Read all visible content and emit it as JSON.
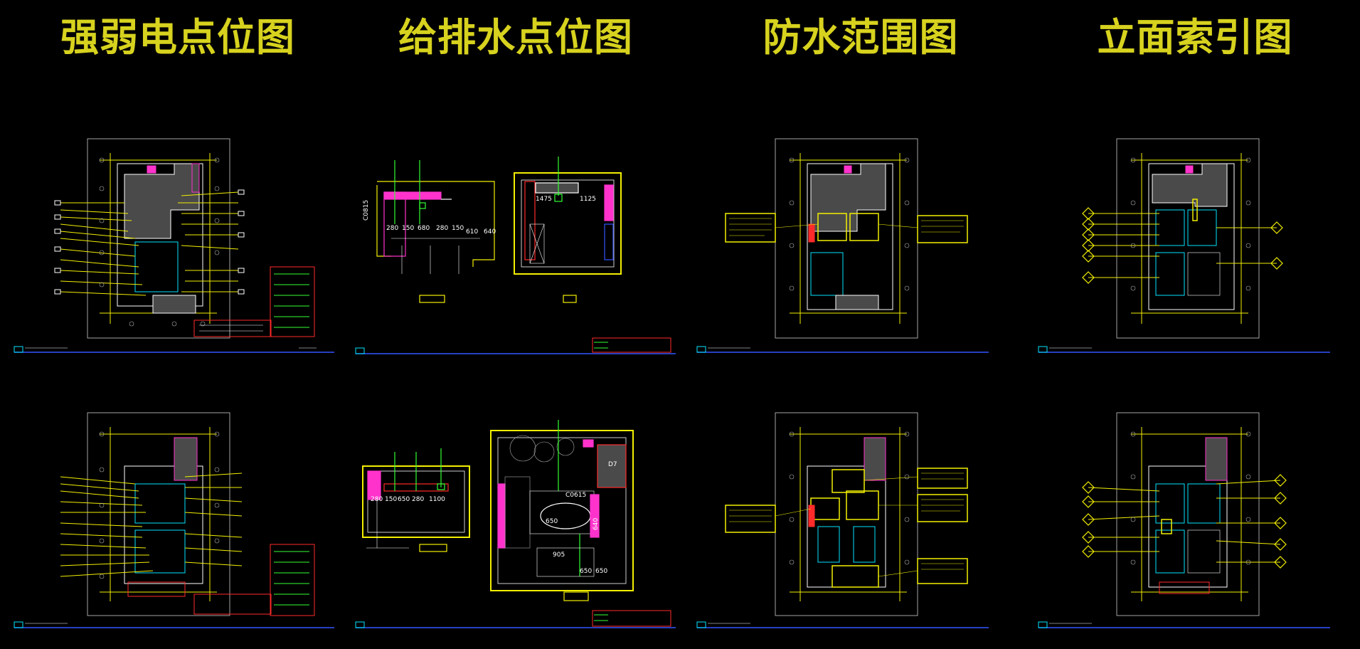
{
  "titles": [
    {
      "id": "electrical",
      "text": "强弱电点位图"
    },
    {
      "id": "plumbing",
      "text": "给排水点位图"
    },
    {
      "id": "waterproof",
      "text": "防水范围图"
    },
    {
      "id": "elevation",
      "text": "立面索引图"
    }
  ],
  "plumbing_dims": {
    "top_kitchen_a": [
      "280",
      "150",
      "680",
      "280",
      "150",
      "610",
      "640"
    ],
    "top_kitchen_b": [
      "1475",
      "1125"
    ],
    "top_side": "C0815",
    "bottom_kitchen": [
      "280",
      "150",
      "650",
      "280",
      "1100"
    ],
    "bottom_bath": [
      "C0615",
      "650",
      "640",
      "905",
      "650",
      "650"
    ],
    "bottom_side": "D7"
  },
  "colors": {
    "title": "#d7d21e",
    "line_yellow": "#f2ef00",
    "line_white": "#ffffff",
    "line_cyan": "#00e5ff",
    "line_green": "#33ff33",
    "line_magenta": "#ff33cc",
    "line_red": "#ff2a2a",
    "line_blue": "#3355ff",
    "fill_dark": "#4a4a4a"
  }
}
